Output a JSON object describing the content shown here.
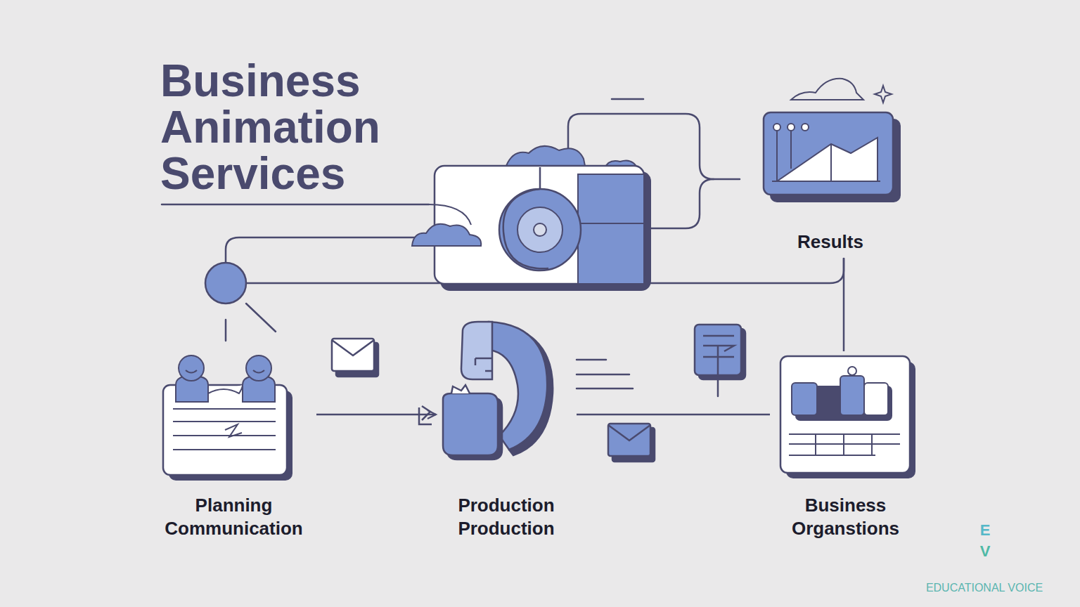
{
  "diagram": {
    "title": "Business Animation Services",
    "nodes": [
      {
        "text": [
          "Results"
        ]
      },
      {
        "text": [
          "Planning Communication"
        ]
      },
      {
        "text": [
          "Production Production"
        ]
      },
      {
        "text": [
          "Business Organstions"
        ]
      }
    ],
    "edges": [
      {
        "from": 1,
        "to": 2,
        "arrow": "to"
      },
      {
        "from": 2,
        "to": 3,
        "arrow": "none"
      },
      {
        "from": 0,
        "to": 3,
        "arrow": "none"
      }
    ],
    "labels": [
      "E",
      "V",
      "EDUCATIONAL VOICE"
    ]
  }
}
